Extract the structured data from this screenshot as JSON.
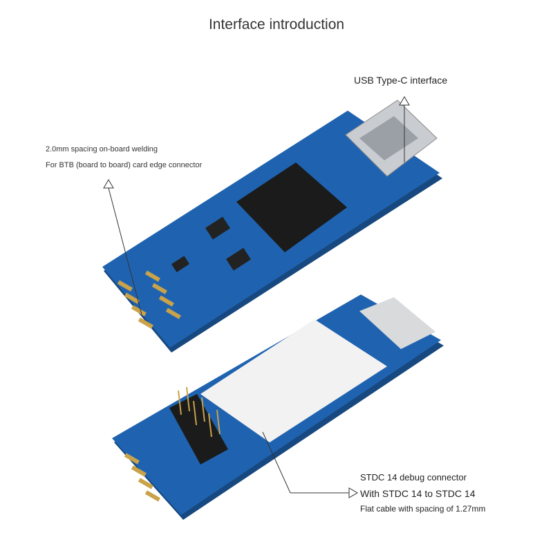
{
  "title": "Interface introduction",
  "annotations": {
    "usb": "USB Type-C interface",
    "btb_line1": "2.0mm spacing on-board welding",
    "btb_line2": "For BTB (board to board) card edge connector",
    "stdc_line1": "STDC 14 debug connector",
    "stdc_line2": "With STDC 14 to STDC 14",
    "stdc_line3": "Flat cable with spacing of 1.27mm"
  },
  "colors": {
    "pcb": "#1f63b0",
    "pcb_dark": "#17487f",
    "chip": "#1b1b1b",
    "gold": "#c9a24a",
    "metal": "#c9ccd0"
  }
}
